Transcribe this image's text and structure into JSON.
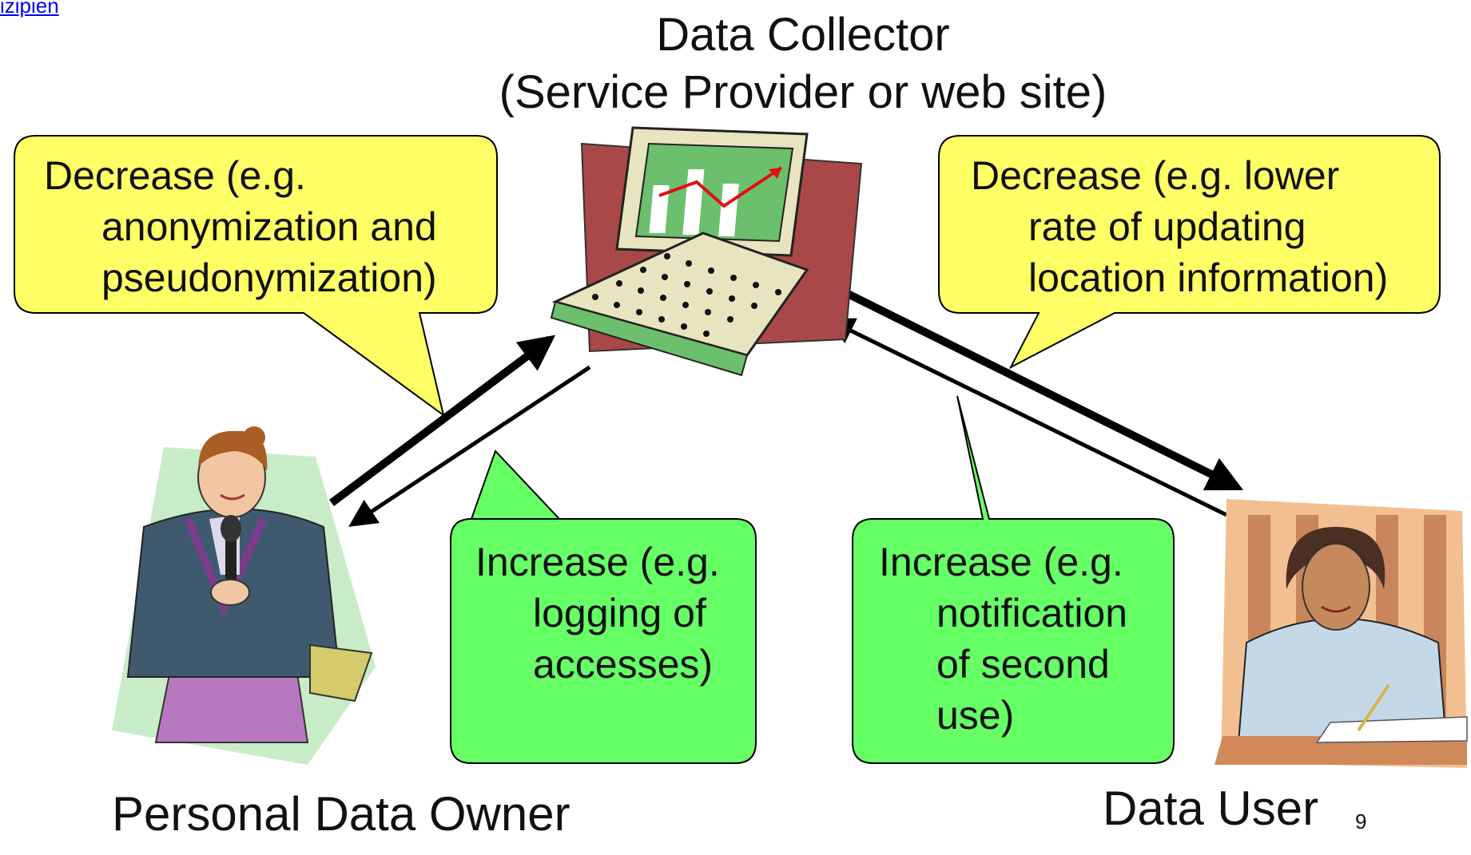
{
  "link": {
    "text": "izipien"
  },
  "collector": {
    "title": "Data Collector",
    "subtitle": "(Service Provider or web site)"
  },
  "owner": {
    "label": "Personal Data Owner"
  },
  "user": {
    "label": "Data User"
  },
  "page_number": "9",
  "left_decrease": {
    "lines": [
      "Decrease  (e.g.",
      "anonymization and",
      "pseudonymization)"
    ]
  },
  "right_decrease": {
    "lines": [
      "Decrease (e.g. lower",
      "rate of updating",
      "location information)"
    ]
  },
  "left_increase": {
    "lines": [
      "Increase (e.g.",
      "logging of",
      "accesses)"
    ]
  },
  "right_increase": {
    "lines": [
      "Increase (e.g.",
      "notification",
      "of second",
      "use)"
    ]
  },
  "colors": {
    "decrease_fill": "#ffff66",
    "increase_fill": "#66ff66",
    "arrow": "#000000"
  }
}
